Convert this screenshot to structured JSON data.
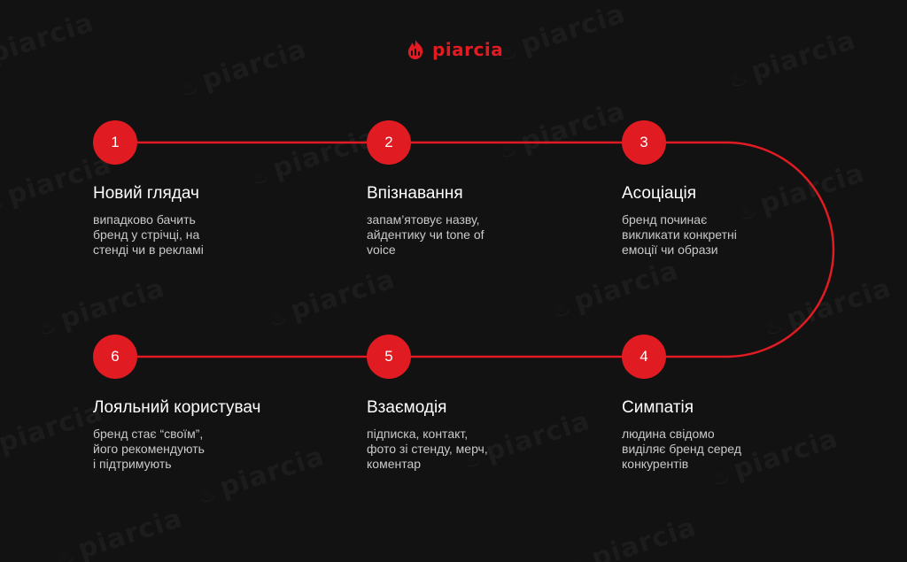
{
  "brand": {
    "name": "piarcia",
    "accent_color": "#e11b22",
    "background_color": "#121212",
    "logo_icon": "flame-icon"
  },
  "watermark": {
    "text": "piarcia"
  },
  "steps": [
    {
      "number": "1",
      "title": "Новий глядач",
      "desc": [
        "випадково бачить",
        "бренд у стрічці, на",
        "стенді чи в рекламі"
      ]
    },
    {
      "number": "2",
      "title": "Впізнавання",
      "desc": [
        "запам’ятовує назву,",
        "айдентику чи tone of",
        "voice"
      ]
    },
    {
      "number": "3",
      "title": "Асоціація",
      "desc": [
        "бренд починає",
        "викликати конкретні",
        "емоції чи образи"
      ]
    },
    {
      "number": "4",
      "title": "Симпатія",
      "desc": [
        "людина свідомо",
        "виділяє бренд серед",
        "конкурентів"
      ]
    },
    {
      "number": "5",
      "title": "Взаємодія",
      "desc": [
        "підписка, контакт,",
        "фото зі стенду, мерч,",
        "коментар"
      ]
    },
    {
      "number": "6",
      "title": "Лояльний користувач",
      "desc": [
        "бренд стає “своїм”,",
        "його рекомендують",
        "і підтримують"
      ]
    }
  ]
}
